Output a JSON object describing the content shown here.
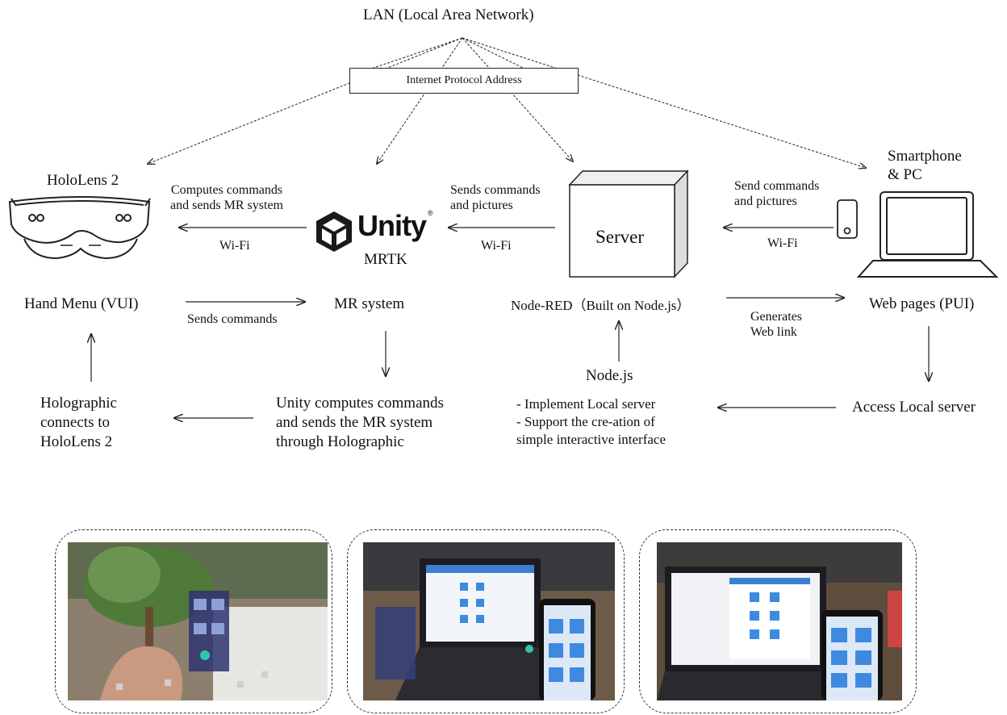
{
  "network": {
    "title": "LAN (Local Area Network)",
    "ip_label": "Internet Protocol Address"
  },
  "nodes": {
    "hololens": {
      "title": "HoloLens 2",
      "caption": "Hand Menu (VUI)"
    },
    "unity": {
      "brand": "Unity",
      "sub": "MRTK",
      "caption": "MR system"
    },
    "server": {
      "label": "Server",
      "caption": "Node-RED（Built on Node.js）"
    },
    "device": {
      "title": "Smartphone\n& PC",
      "caption": "Web pages (PUI)"
    }
  },
  "edges": {
    "unity_to_holo": {
      "label": "Computes commands\nand sends MR system",
      "medium": "Wi-Fi"
    },
    "server_to_unity": {
      "label": "Sends commands\nand pictures",
      "medium": "Wi-Fi"
    },
    "device_to_server": {
      "label": "Send commands\nand pictures",
      "medium": "Wi-Fi"
    },
    "holo_to_unity": {
      "label": "Sends commands"
    },
    "nodered_to_web": {
      "label": "Generates\nWeb link"
    }
  },
  "lower": {
    "holographic": "Holographic\nconnects to\nHoloLens 2",
    "unity_compute": "Unity computes commands\nand sends the MR system\nthrough Holographic",
    "nodejs_title": "Node.js",
    "nodejs_desc": "- Implement Local server\n- Support the cre-ation of\nsimple interactive interface",
    "access": "Access Local server"
  },
  "photos": [
    {
      "name": "photo-hololens-view"
    },
    {
      "name": "photo-laptop-phone-left"
    },
    {
      "name": "photo-laptop-phone-right"
    }
  ],
  "colors": {
    "line": "#222222",
    "unity_logo": "#1a1a1a",
    "server_face": "#ffffff",
    "server_side": "#dddddd"
  }
}
